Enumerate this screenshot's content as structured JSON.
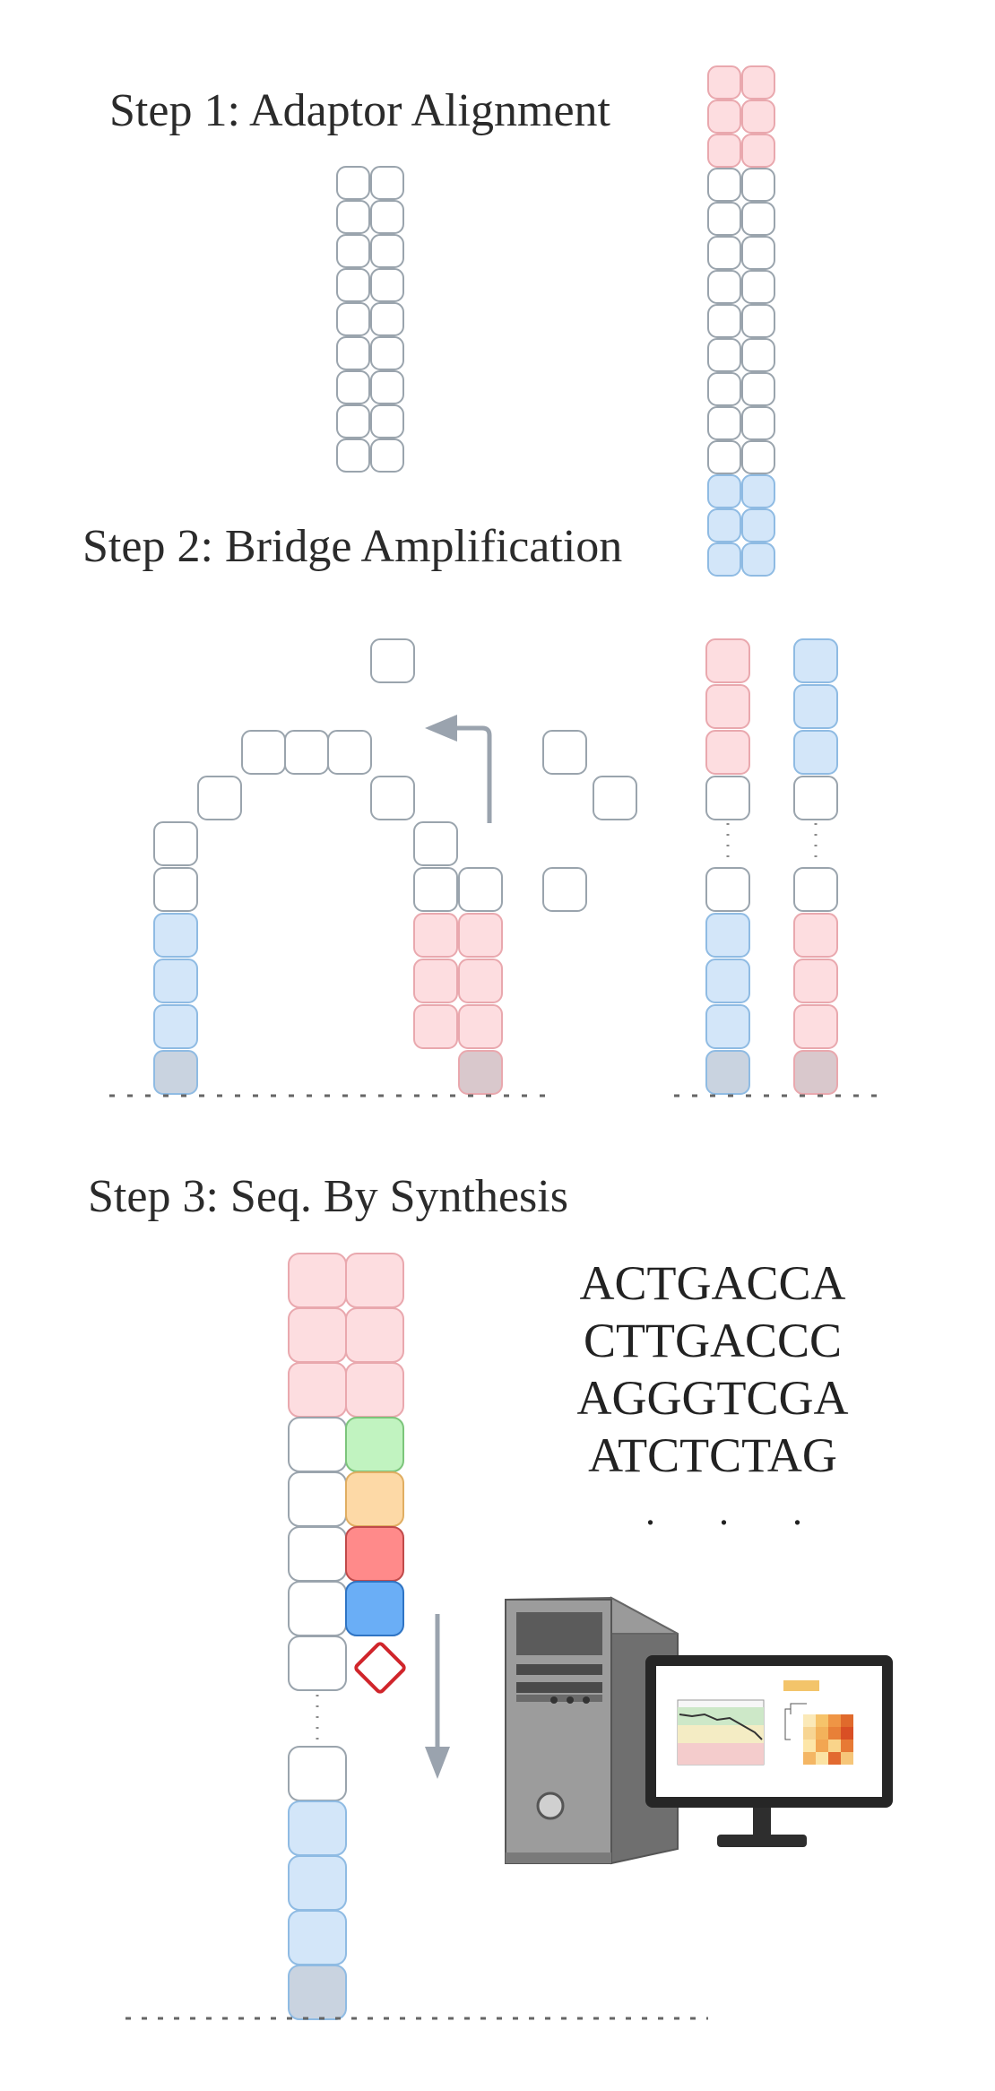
{
  "steps": {
    "step1": "Step 1: Adaptor Alignment",
    "step2": "Step 2: Bridge Amplification",
    "step3": "Step 3: Seq. By Synthesis"
  },
  "sequences": [
    "ACTGACCA",
    "CTTGACCC",
    "AGGGTCGA",
    "ATCTCTAG"
  ],
  "sequence_ellipsis": ". . .",
  "colors": {
    "adaptor_red_fill": "#fddde0",
    "adaptor_red_stroke": "#e9a8ae",
    "adaptor_blue_fill": "#d3e6f9",
    "adaptor_blue_stroke": "#8fbbe3",
    "anchor_fill": "#c9d3e0",
    "anchor_red_fill": "#d9c8cc",
    "cell_stroke": "#9aa4ad",
    "arrow": "#9aa3ae",
    "nuc_green": "#c1f3c0",
    "nuc_orange": "#fdd9a6",
    "nuc_red": "#ff8a8a",
    "nuc_blue": "#6aaef6",
    "terminator_red": "#d0252b"
  }
}
